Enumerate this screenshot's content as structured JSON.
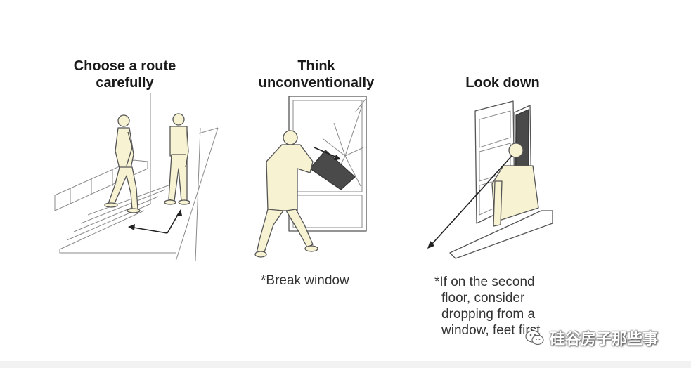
{
  "panels": [
    {
      "title_lines": [
        "Choose a route",
        "carefully"
      ],
      "note_lines": []
    },
    {
      "title_lines": [
        "Think",
        "unconventionally"
      ],
      "note_lines": [
        "*Break window"
      ]
    },
    {
      "title_lines": [
        "Look down"
      ],
      "note_lines": [
        "*If on the second",
        "floor, consider",
        "dropping from a",
        "window, feet first"
      ]
    }
  ],
  "watermark": {
    "text": "硅谷房子那些事",
    "icon": "wechat-icon"
  },
  "colors": {
    "figure_fill": "#f7f2d2",
    "line": "#555555",
    "arrow": "#222222"
  }
}
